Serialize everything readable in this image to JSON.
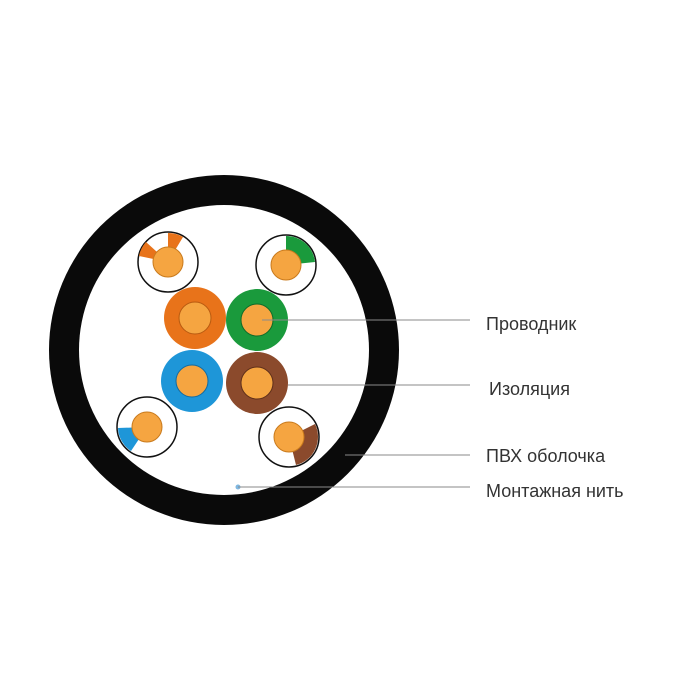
{
  "labels": {
    "conductor": "Проводник",
    "insulation": "Изоляция",
    "jacket": "ПВХ оболочка",
    "ripcord": "Монтажная нить"
  },
  "colors": {
    "jacket": "#0a0a0a",
    "copper": "#f5a541",
    "orange": "#e8731a",
    "green": "#1a9a3c",
    "blue": "#1e96d8",
    "brown": "#8b4a2c",
    "white_insulation": "#ffffff",
    "leader_line": "#8a8a8a",
    "label_text": "#333333",
    "ripcord": "#7fb7e0"
  },
  "pairs": [
    {
      "name": "orange",
      "solid": "orange",
      "stripe": "white-orange"
    },
    {
      "name": "green",
      "solid": "green",
      "stripe": "white-green"
    },
    {
      "name": "blue",
      "solid": "blue",
      "stripe": "white-blue"
    },
    {
      "name": "brown",
      "solid": "brown",
      "stripe": "white-brown"
    }
  ]
}
